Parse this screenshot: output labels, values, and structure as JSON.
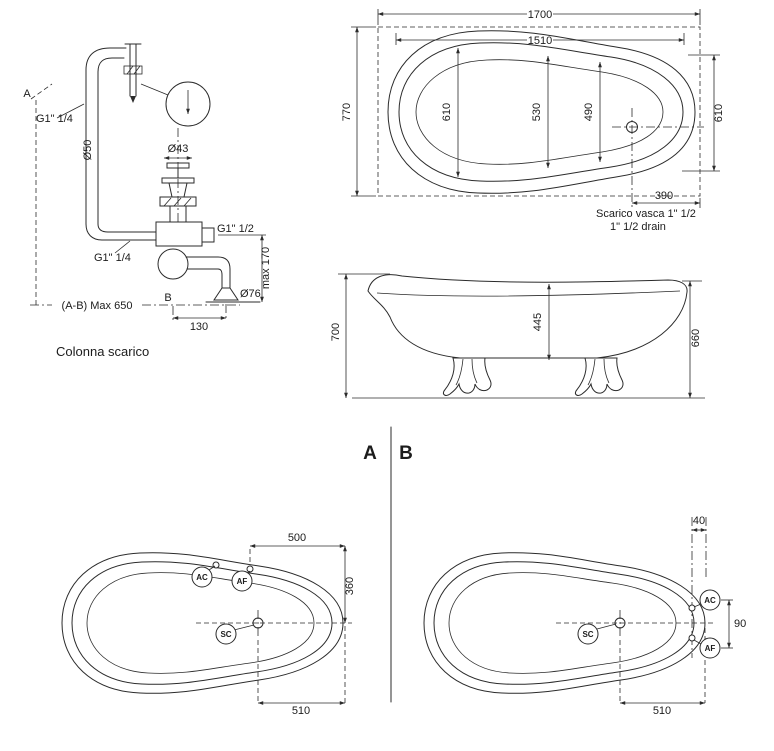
{
  "drain_column": {
    "point_a": "A",
    "point_b": "B",
    "thread_top": "G1\" 1/4",
    "pipe_diameter": "Ø50",
    "waste_diameter": "Ø43",
    "thread_outlet": "G1\" 1/2",
    "thread_bottom": "G1\" 1/4",
    "outlet_height": "max 170",
    "ab_max": "(A-B) Max 650",
    "foot_diameter": "Ø76",
    "offset_130": "130",
    "caption": "Colonna scarico"
  },
  "plan_view": {
    "overall_length": "1700",
    "rim_length": "1510",
    "overall_width": "770",
    "width_1": "610",
    "width_2": "530",
    "width_3": "490",
    "end_width": "610",
    "drain_offset": "390",
    "drain_note_it": "Scarico vasca 1\" 1/2",
    "drain_note_en": "1\" 1/2  drain"
  },
  "side_view": {
    "height_left": "700",
    "inner_depth": "445",
    "height_right": "660"
  },
  "divider": {
    "label_a": "A",
    "label_b": "B"
  },
  "view_a": {
    "dim_500": "500",
    "dim_360": "360",
    "dim_510": "510",
    "ac": "AC",
    "af": "AF",
    "sc": "SC"
  },
  "view_b": {
    "dim_40": "40",
    "dim_90": "90",
    "dim_510": "510",
    "ac": "AC",
    "af": "AF",
    "sc": "SC"
  }
}
